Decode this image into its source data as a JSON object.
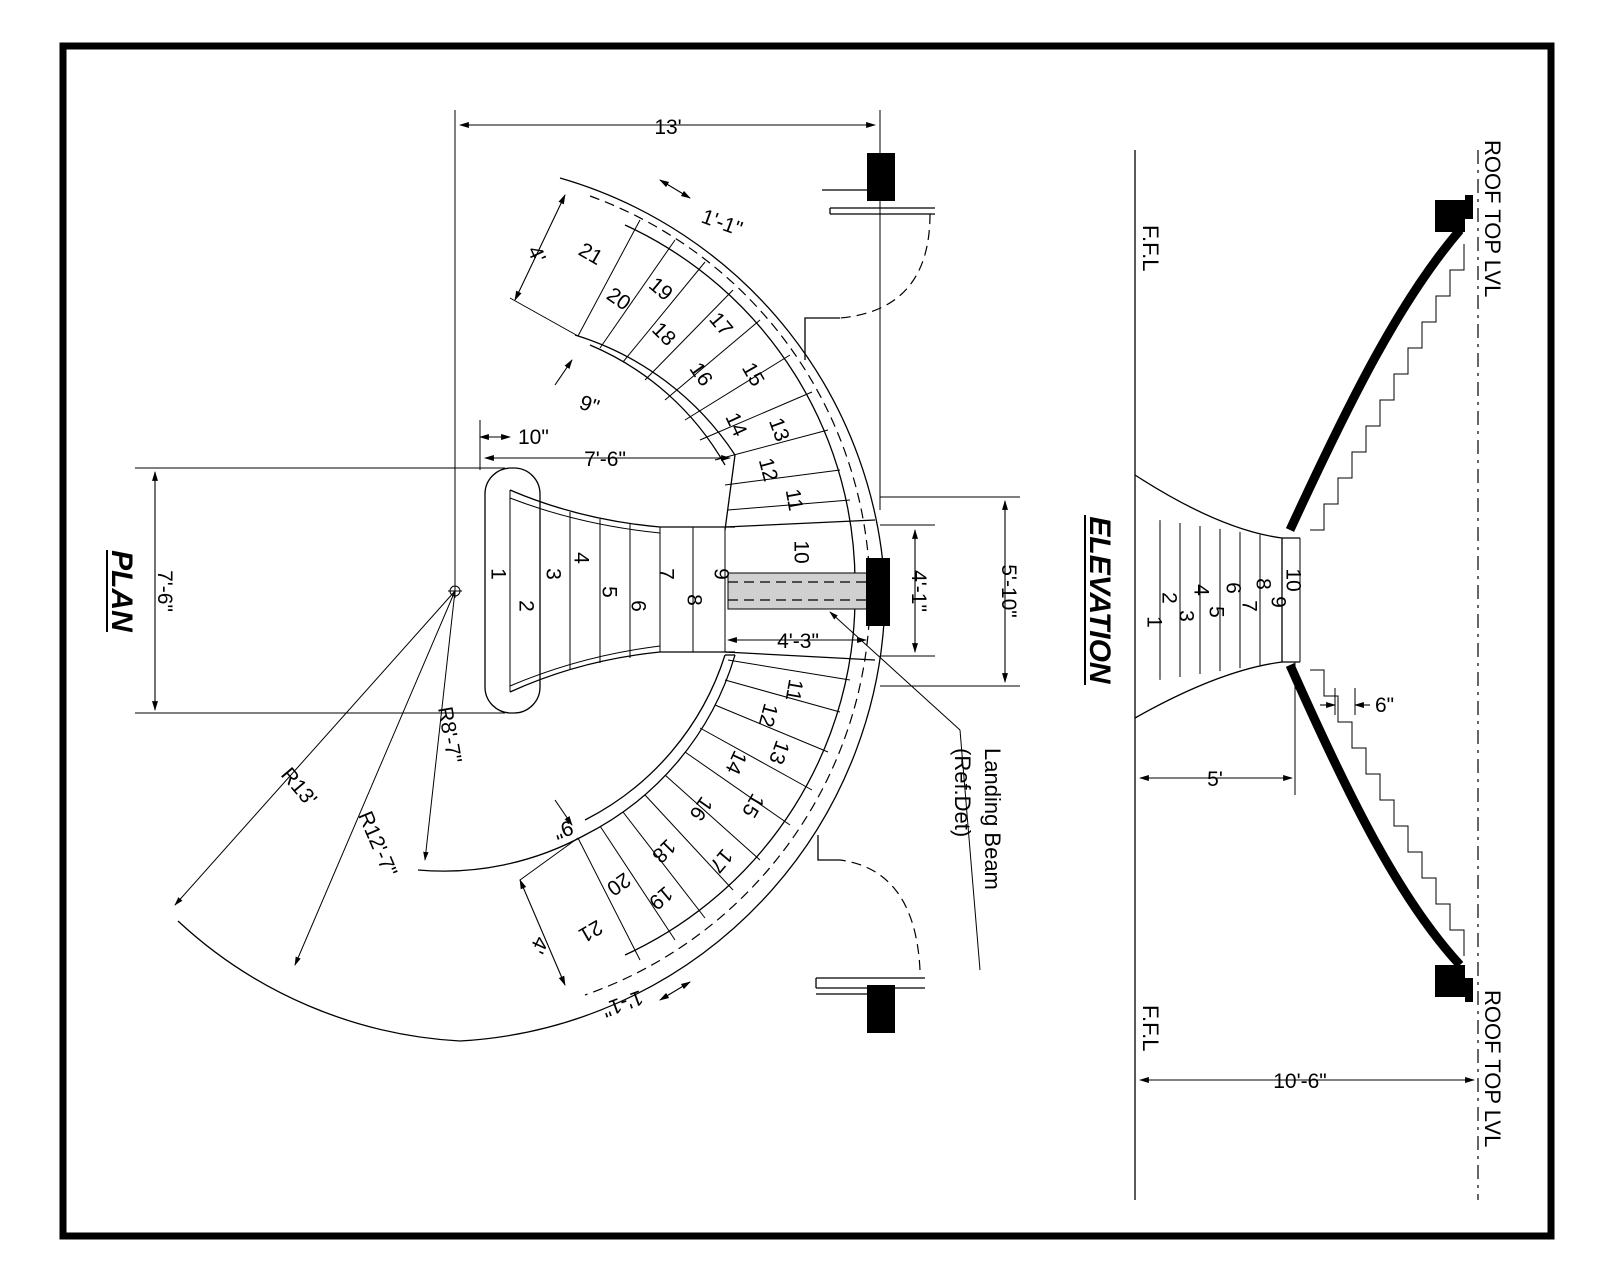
{
  "plan": {
    "title": "PLAN",
    "dimensions": {
      "overall_width": "13'",
      "tread_outer": "1'-1\"",
      "tread_outer_bottom": "1'-1\"",
      "stair_width_top": "4'",
      "stair_width_bottom": "4'",
      "inner_offset_top": "9\"",
      "inner_offset_bottom": "9\"",
      "start_offset": "10\"",
      "flight_length": "7'-6\"",
      "base_width": "7'-6\"",
      "landing_depth": "4'-3\"",
      "beam_width": "4'-1\"",
      "landing_width": "5'-10\""
    },
    "radii": {
      "inner": "R8'-7\"",
      "middle": "R12'-7\"",
      "outer": "R13'"
    },
    "landing_beam_label": "Landing Beam",
    "landing_beam_ref": "(Ref.Det)",
    "steps_shared": [
      "1",
      "2",
      "3",
      "4",
      "5",
      "6",
      "7",
      "8",
      "9",
      "10"
    ],
    "steps_top": [
      "11",
      "12",
      "13",
      "14",
      "15",
      "16",
      "17",
      "18",
      "19",
      "20",
      "21"
    ],
    "steps_bottom": [
      "11",
      "12",
      "13",
      "14",
      "15",
      "16",
      "17",
      "18",
      "19",
      "20",
      "21"
    ]
  },
  "elevation": {
    "title": "ELEVATION",
    "ffl_top": "F.F.L",
    "ffl_bottom": "F.F.L",
    "roof_top": "ROOF TOP LVL",
    "roof_bottom": "ROOF TOP LVL",
    "riser_dim": "6\"",
    "landing_height": "5'",
    "total_height": "10'-6\"",
    "step_numbers": [
      "1",
      "2",
      "3",
      "4",
      "5",
      "6",
      "7",
      "8",
      "9",
      "10"
    ]
  }
}
